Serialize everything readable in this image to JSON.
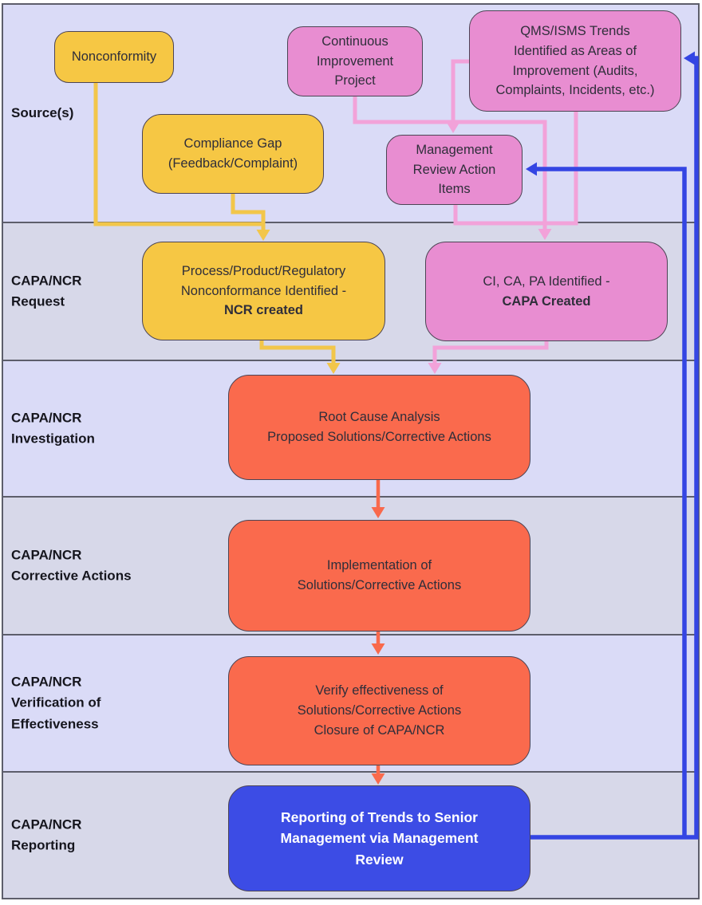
{
  "diagram": {
    "type": "flowchart-swimlane",
    "subject": "CAPA/NCR process flow",
    "lanes": [
      {
        "id": "sources",
        "label_lines": [
          "Source(s)"
        ]
      },
      {
        "id": "request",
        "label_lines": [
          "CAPA/NCR",
          "Request"
        ]
      },
      {
        "id": "investigation",
        "label_lines": [
          "CAPA/NCR",
          "Investigation"
        ]
      },
      {
        "id": "corrective_actions",
        "label_lines": [
          "CAPA/NCR",
          "Corrective Actions"
        ]
      },
      {
        "id": "verification",
        "label_lines": [
          "CAPA/NCR",
          "Verification of",
          "Effectiveness"
        ]
      },
      {
        "id": "reporting",
        "label_lines": [
          "CAPA/NCR",
          "Reporting"
        ]
      }
    ],
    "nodes": {
      "nonconformity": {
        "lines": [
          "Nonconformity"
        ],
        "color": "yellow"
      },
      "continuous_improvement": {
        "lines": [
          "Continuous",
          "Improvement",
          "Project"
        ],
        "color": "pink"
      },
      "qms_trends": {
        "lines": [
          "QMS/ISMS Trends",
          "Identified as Areas of",
          "Improvement (Audits,",
          "Complaints, Incidents, etc.)"
        ],
        "color": "pink"
      },
      "compliance_gap": {
        "lines": [
          "Compliance Gap",
          "(Feedback/Complaint)"
        ],
        "color": "yellow"
      },
      "management_review": {
        "lines": [
          "Management",
          "Review Action",
          "Items"
        ],
        "color": "pink"
      },
      "ncr_created": {
        "lines": [
          "Process/Product/Regulatory",
          "Nonconformance Identified -"
        ],
        "bold_lines": [
          "NCR created"
        ],
        "color": "yellow"
      },
      "capa_created": {
        "lines": [
          "CI, CA, PA Identified -"
        ],
        "bold_lines": [
          "CAPA Created"
        ],
        "color": "pink"
      },
      "root_cause": {
        "lines": [
          "Root Cause Analysis",
          "Proposed Solutions/Corrective Actions"
        ],
        "color": "orange"
      },
      "implementation": {
        "lines": [
          "Implementation of",
          "Solutions/Corrective Actions"
        ],
        "color": "orange"
      },
      "verify_effectiveness": {
        "lines": [
          "Verify effectiveness of",
          "Solutions/Corrective Actions",
          "Closure of CAPA/NCR"
        ],
        "color": "orange"
      },
      "reporting_trends": {
        "bold_lines": [
          "Reporting of Trends to Senior",
          "Management via Management",
          "Review"
        ],
        "color": "blue"
      }
    },
    "connectors": [
      {
        "from": "nonconformity",
        "to": "ncr_created",
        "color": "yellow"
      },
      {
        "from": "compliance_gap",
        "to": "ncr_created",
        "color": "yellow"
      },
      {
        "from": "continuous_improvement",
        "to": "capa_created",
        "color": "pink"
      },
      {
        "from": "qms_trends",
        "to": "management_review",
        "color": "pink"
      },
      {
        "from": "qms_trends",
        "to": "capa_created",
        "color": "pink"
      },
      {
        "from": "management_review",
        "to": "capa_created",
        "color": "pink"
      },
      {
        "from": "ncr_created",
        "to": "root_cause",
        "color": "yellow"
      },
      {
        "from": "capa_created",
        "to": "root_cause",
        "color": "pink"
      },
      {
        "from": "root_cause",
        "to": "implementation",
        "color": "orange"
      },
      {
        "from": "implementation",
        "to": "verify_effectiveness",
        "color": "orange"
      },
      {
        "from": "verify_effectiveness",
        "to": "reporting_trends",
        "color": "orange"
      },
      {
        "from": "reporting_trends",
        "to": "qms_trends",
        "color": "blue"
      },
      {
        "from": "reporting_trends",
        "to": "management_review",
        "color": "blue"
      }
    ],
    "colors": {
      "lane-light": "#dadbf7",
      "lane-dark": "#d7d8e9",
      "lane-border": "#5d5e6b",
      "box-yellow": "#f6c744",
      "box-pink": "#e88dd1",
      "box-orange": "#fa6a4d",
      "box-blue": "#3c4ce5",
      "conn-yellow": "#f2c64a",
      "conn-pink": "#f2a2d9",
      "conn-orange": "#f9694c",
      "conn-blue": "#3445e3",
      "text-dark": "#2f2e3a",
      "node-border": "#4c4454"
    }
  }
}
